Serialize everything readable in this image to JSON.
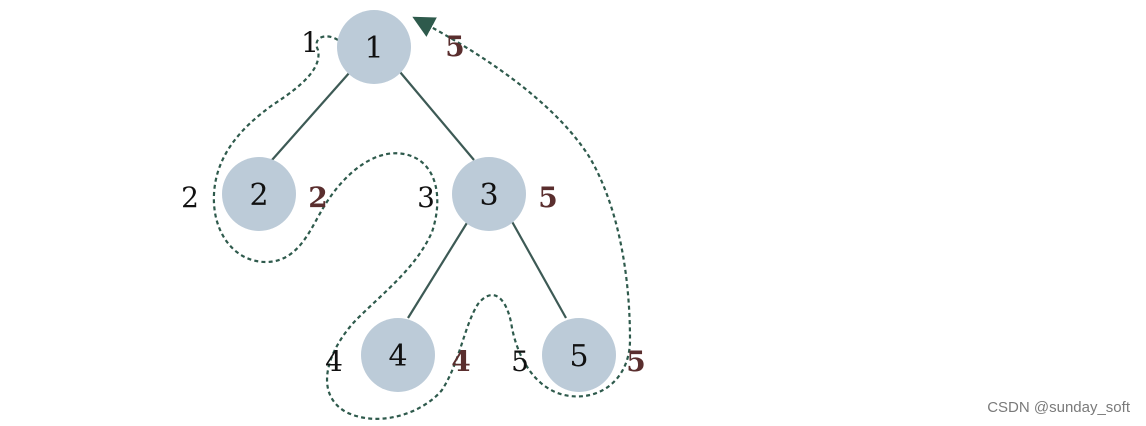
{
  "tree": {
    "nodes": [
      {
        "id": "1",
        "label": "1",
        "enter": "1",
        "exit": "5"
      },
      {
        "id": "2",
        "label": "2",
        "enter": "2",
        "exit": "2"
      },
      {
        "id": "3",
        "label": "3",
        "enter": "3",
        "exit": "5"
      },
      {
        "id": "4",
        "label": "4",
        "enter": "4",
        "exit": "4"
      },
      {
        "id": "5",
        "label": "5",
        "enter": "5",
        "exit": "5"
      }
    ],
    "edges": [
      [
        "1",
        "2"
      ],
      [
        "1",
        "3"
      ],
      [
        "3",
        "4"
      ],
      [
        "3",
        "5"
      ]
    ]
  },
  "colors": {
    "node_fill": "#bccbd8",
    "edge": "#3d5a55",
    "traversal": "#2e5a4c",
    "exit_label": "#5a2e2e"
  },
  "watermark": "CSDN @sunday_soft"
}
